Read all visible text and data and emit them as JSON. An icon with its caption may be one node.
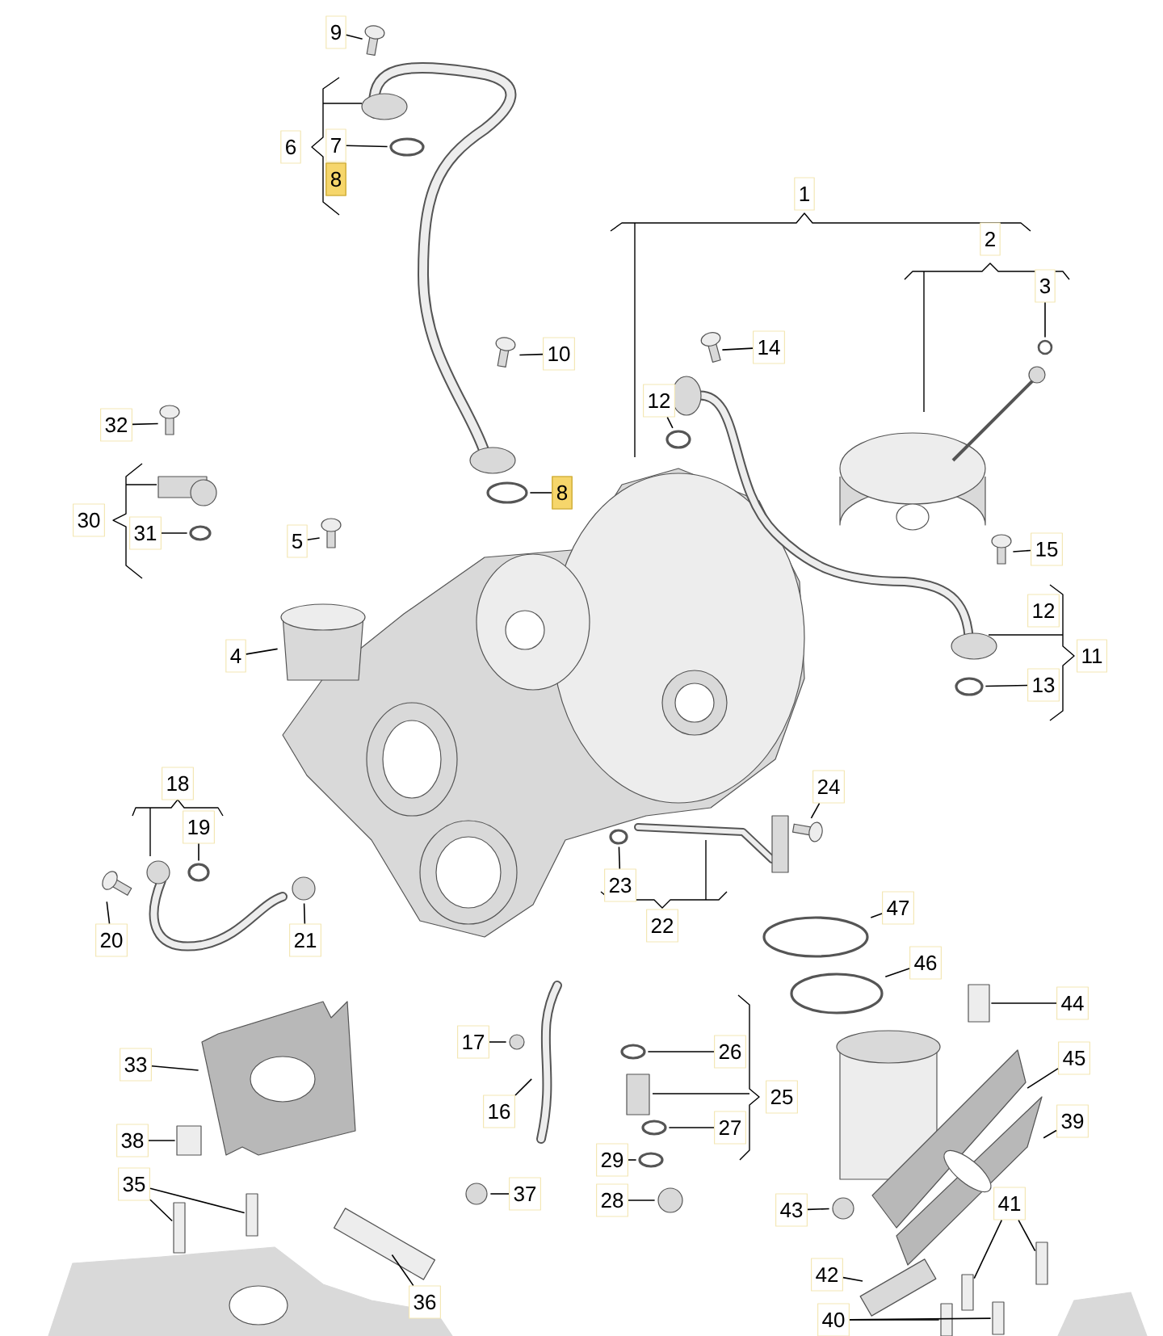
{
  "diagram": {
    "nodes": [
      {
        "text": [
          "9"
        ]
      },
      {
        "text": [
          "6"
        ]
      },
      {
        "text": [
          "7"
        ]
      },
      {
        "text": [
          "8"
        ]
      },
      {
        "text": [
          "1"
        ]
      },
      {
        "text": [
          "2"
        ]
      },
      {
        "text": [
          "3"
        ]
      },
      {
        "text": [
          "14"
        ]
      },
      {
        "text": [
          "10"
        ]
      },
      {
        "text": [
          "12"
        ]
      },
      {
        "text": [
          "32"
        ]
      },
      {
        "text": [
          "8"
        ]
      },
      {
        "text": [
          "30"
        ]
      },
      {
        "text": [
          "31"
        ]
      },
      {
        "text": [
          "5"
        ]
      },
      {
        "text": [
          "15"
        ]
      },
      {
        "text": [
          "12"
        ]
      },
      {
        "text": [
          "4"
        ]
      },
      {
        "text": [
          "11"
        ]
      },
      {
        "text": [
          "13"
        ]
      },
      {
        "text": [
          "18"
        ]
      },
      {
        "text": [
          "24"
        ]
      },
      {
        "text": [
          "19"
        ]
      },
      {
        "text": [
          "23"
        ]
      },
      {
        "text": [
          "47"
        ]
      },
      {
        "text": [
          "22"
        ]
      },
      {
        "text": [
          "20"
        ]
      },
      {
        "text": [
          "21"
        ]
      },
      {
        "text": [
          "46"
        ]
      },
      {
        "text": [
          "44"
        ]
      },
      {
        "text": [
          "17"
        ]
      },
      {
        "text": [
          "26"
        ]
      },
      {
        "text": [
          "45"
        ]
      },
      {
        "text": [
          "33"
        ]
      },
      {
        "text": [
          "25"
        ]
      },
      {
        "text": [
          "16"
        ]
      },
      {
        "text": [
          "39"
        ]
      },
      {
        "text": [
          "27"
        ]
      },
      {
        "text": [
          "38"
        ]
      },
      {
        "text": [
          "29"
        ]
      },
      {
        "text": [
          "35"
        ]
      },
      {
        "text": [
          "37"
        ]
      },
      {
        "text": [
          "28"
        ]
      },
      {
        "text": [
          "43"
        ]
      },
      {
        "text": [
          "41"
        ]
      },
      {
        "text": [
          "42"
        ]
      },
      {
        "text": [
          "36"
        ]
      },
      {
        "text": [
          "40"
        ]
      },
      {
        "text": [],
        "shape": "picture"
      },
      {
        "text": [],
        "shape": "circle"
      },
      {
        "text": [],
        "shape": "circle"
      },
      {
        "text": [],
        "shape": "picture"
      },
      {
        "text": [],
        "shape": "picture"
      },
      {
        "text": [],
        "shape": "circle"
      },
      {
        "text": [],
        "shape": "picture"
      },
      {
        "text": [],
        "shape": "circle"
      },
      {
        "text": [],
        "shape": "circle"
      },
      {
        "text": [],
        "shape": "picture"
      },
      {
        "text": [],
        "shape": "picture"
      },
      {
        "text": [],
        "shape": "cylinder"
      },
      {
        "text": [],
        "shape": "circle"
      },
      {
        "text": [],
        "shape": "circle"
      },
      {
        "text": [],
        "shape": "picture"
      },
      {
        "text": [],
        "shape": "circle"
      },
      {
        "text": [],
        "shape": "circle"
      },
      {
        "text": [],
        "shape": "picture"
      },
      {
        "text": [],
        "shape": "circle"
      },
      {
        "text": [],
        "shape": "circle"
      },
      {
        "text": [],
        "shape": "box"
      },
      {
        "text": [],
        "shape": "circle"
      },
      {
        "text": [],
        "shape": "circle"
      },
      {
        "text": [],
        "shape": "picture"
      },
      {
        "text": [],
        "shape": "picture"
      },
      {
        "text": [],
        "shape": "picture"
      },
      {
        "text": [],
        "shape": "picture"
      },
      {
        "text": [],
        "shape": "circle"
      },
      {
        "text": [],
        "shape": "box"
      },
      {
        "text": [],
        "shape": "circle"
      },
      {
        "text": [],
        "shape": "box"
      },
      {
        "text": [],
        "shape": "box"
      },
      {
        "text": [],
        "shape": "circle"
      },
      {
        "text": [],
        "shape": "circle"
      },
      {
        "text": [],
        "shape": "circle"
      },
      {
        "text": [],
        "shape": "box"
      },
      {
        "text": [],
        "shape": "box"
      },
      {
        "text": [],
        "shape": "box"
      },
      {
        "text": [],
        "shape": "box"
      },
      {
        "text": [],
        "shape": "box"
      },
      {
        "text": [],
        "shape": "box"
      }
    ],
    "edges": [
      {
        "from": 0,
        "to": 48,
        "arrow": "none"
      },
      {
        "from": 2,
        "to": 49,
        "arrow": "none"
      },
      {
        "from": 6,
        "to": 50,
        "arrow": "none"
      },
      {
        "from": 7,
        "to": 51,
        "arrow": "none"
      },
      {
        "from": 8,
        "to": 52,
        "arrow": "none"
      },
      {
        "from": 9,
        "to": 53,
        "arrow": "none"
      },
      {
        "from": 10,
        "to": 54,
        "arrow": "none"
      },
      {
        "from": 11,
        "to": 55,
        "arrow": "none"
      },
      {
        "from": 13,
        "to": 56,
        "arrow": "none"
      },
      {
        "from": 14,
        "to": 57,
        "arrow": "none"
      },
      {
        "from": 15,
        "to": 58,
        "arrow": "none"
      },
      {
        "from": 17,
        "to": 59,
        "arrow": "none"
      },
      {
        "from": 19,
        "to": 60,
        "arrow": "none"
      },
      {
        "from": 22,
        "to": 61,
        "arrow": "none"
      },
      {
        "from": 21,
        "to": 62,
        "arrow": "none"
      },
      {
        "from": 23,
        "to": 63,
        "arrow": "none"
      },
      {
        "from": 24,
        "to": 64,
        "arrow": "none"
      },
      {
        "from": 26,
        "to": 65,
        "arrow": "none"
      },
      {
        "from": 27,
        "to": 66,
        "arrow": "none"
      },
      {
        "from": 28,
        "to": 67,
        "arrow": "none"
      },
      {
        "from": 29,
        "to": 68,
        "arrow": "none"
      },
      {
        "from": 30,
        "to": 69,
        "arrow": "none"
      },
      {
        "from": 31,
        "to": 70,
        "arrow": "none"
      },
      {
        "from": 32,
        "to": 71,
        "arrow": "none"
      },
      {
        "from": 33,
        "to": 72,
        "arrow": "none"
      },
      {
        "from": 35,
        "to": 73,
        "arrow": "none"
      },
      {
        "from": 36,
        "to": 74,
        "arrow": "none"
      },
      {
        "from": 37,
        "to": 75,
        "arrow": "none"
      },
      {
        "from": 38,
        "to": 76,
        "arrow": "none"
      },
      {
        "from": 39,
        "to": 77,
        "arrow": "none"
      },
      {
        "from": 40,
        "to": 78,
        "arrow": "none"
      },
      {
        "from": 40,
        "to": 79,
        "arrow": "none"
      },
      {
        "from": 41,
        "to": 80,
        "arrow": "none"
      },
      {
        "from": 42,
        "to": 81,
        "arrow": "none"
      },
      {
        "from": 43,
        "to": 82,
        "arrow": "none"
      },
      {
        "from": 44,
        "to": 83,
        "arrow": "none"
      },
      {
        "from": 44,
        "to": 84,
        "arrow": "none"
      },
      {
        "from": 45,
        "to": 85,
        "arrow": "none"
      },
      {
        "from": 46,
        "to": 86,
        "arrow": "none"
      },
      {
        "from": 47,
        "to": 87,
        "arrow": "none"
      },
      {
        "from": 47,
        "to": 88,
        "arrow": "none"
      }
    ]
  }
}
